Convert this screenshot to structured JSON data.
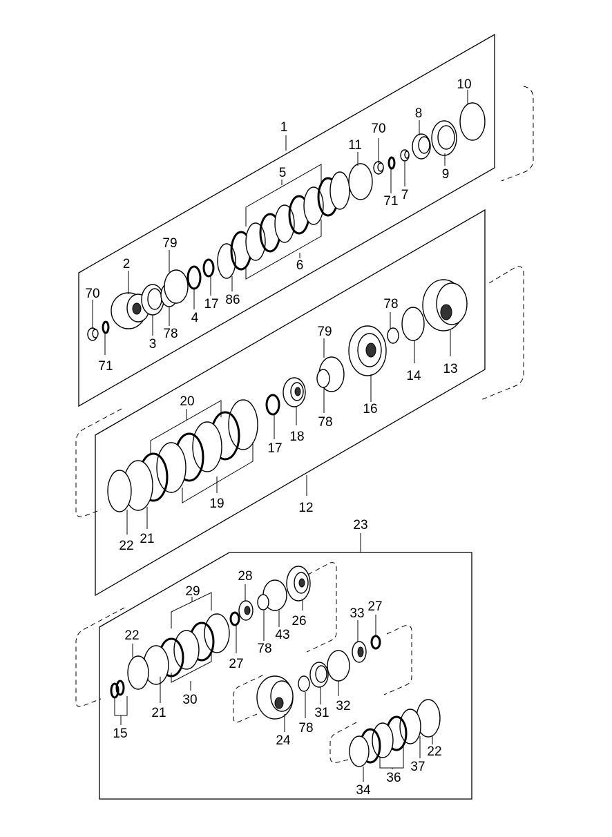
{
  "diagram": {
    "labels": {
      "l1": "1",
      "l2": "2",
      "l3": "3",
      "l4": "4",
      "l5": "5",
      "l6": "6",
      "l7": "7",
      "l8": "8",
      "l9": "9",
      "l10": "10",
      "l11": "11",
      "l12": "12",
      "l13": "13",
      "l14": "14",
      "l15": "15",
      "l16": "16",
      "l17a": "17",
      "l17b": "17",
      "l18": "18",
      "l19": "19",
      "l20": "20",
      "l21a": "21",
      "l21b": "21",
      "l22a": "22",
      "l22b": "22",
      "l22c": "22",
      "l23": "23",
      "l24": "24",
      "l26": "26",
      "l27a": "27",
      "l27b": "27",
      "l28": "28",
      "l29": "29",
      "l30": "30",
      "l31": "31",
      "l32": "32",
      "l33": "33",
      "l34": "34",
      "l36": "36",
      "l37": "37",
      "l43": "43",
      "l70a": "70",
      "l70b": "70",
      "l71a": "71",
      "l71b": "71",
      "l78a": "78",
      "l78b": "78",
      "l78c": "78",
      "l78d": "78",
      "l78e": "78",
      "l79a": "79",
      "l79b": "79",
      "l86": "86"
    }
  }
}
